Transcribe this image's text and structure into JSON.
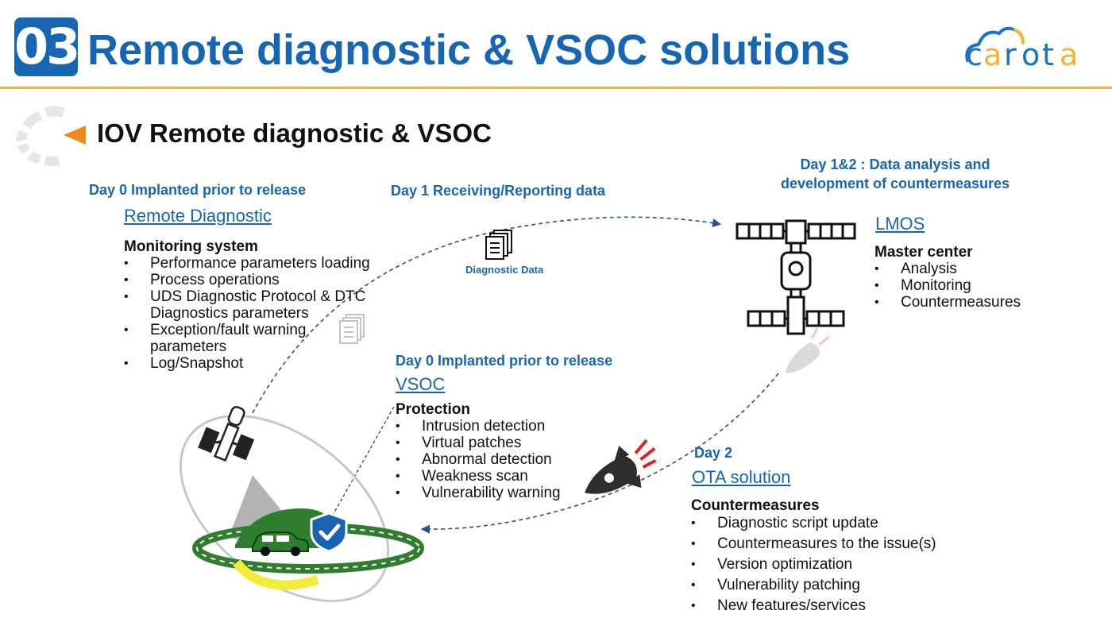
{
  "header": {
    "number": "03",
    "title": "Remote diagnostic & VSOC solutions",
    "logo_text": "carota",
    "accent_color": "#1766b4",
    "rule_color": "#f3b23a"
  },
  "subtitle": "IOV Remote diagnostic & VSOC",
  "remote_diagnostic": {
    "day": "Day 0 Implanted prior to release",
    "title": "Remote Diagnostic",
    "heading": "Monitoring system",
    "items": [
      "Performance parameters loading",
      "Process operations",
      "UDS Diagnostic Protocol & DTC Diagnostics parameters",
      "Exception/fault warning parameters",
      "Log/Snapshot"
    ]
  },
  "receiving": {
    "day": "Day 1 Receiving/Reporting data",
    "icon_label": "Diagnostic Data"
  },
  "lmos": {
    "day": "Day 1&2 : Data analysis and development of countermeasures",
    "title": "LMOS",
    "heading": "Master center",
    "items": [
      "Analysis",
      "Monitoring",
      "Countermeasures"
    ]
  },
  "vsoc": {
    "day": "Day 0 Implanted prior to release",
    "title": "VSOC",
    "heading": "Protection",
    "items": [
      "Intrusion detection",
      "Virtual patches",
      "Abnormal detection",
      "Weakness scan",
      "Vulnerability warning"
    ]
  },
  "ota": {
    "day": "Day 2",
    "title": "OTA solution",
    "heading": "Countermeasures",
    "items": [
      "Diagnostic script update",
      "Countermeasures to the issue(s)",
      "Version optimization",
      "Vulnerability patching",
      "New features/services"
    ]
  },
  "icons": [
    "satellite-icon",
    "space-station-icon",
    "rocket-icon",
    "document-stack-icon",
    "shield-check-icon",
    "car-icon"
  ]
}
